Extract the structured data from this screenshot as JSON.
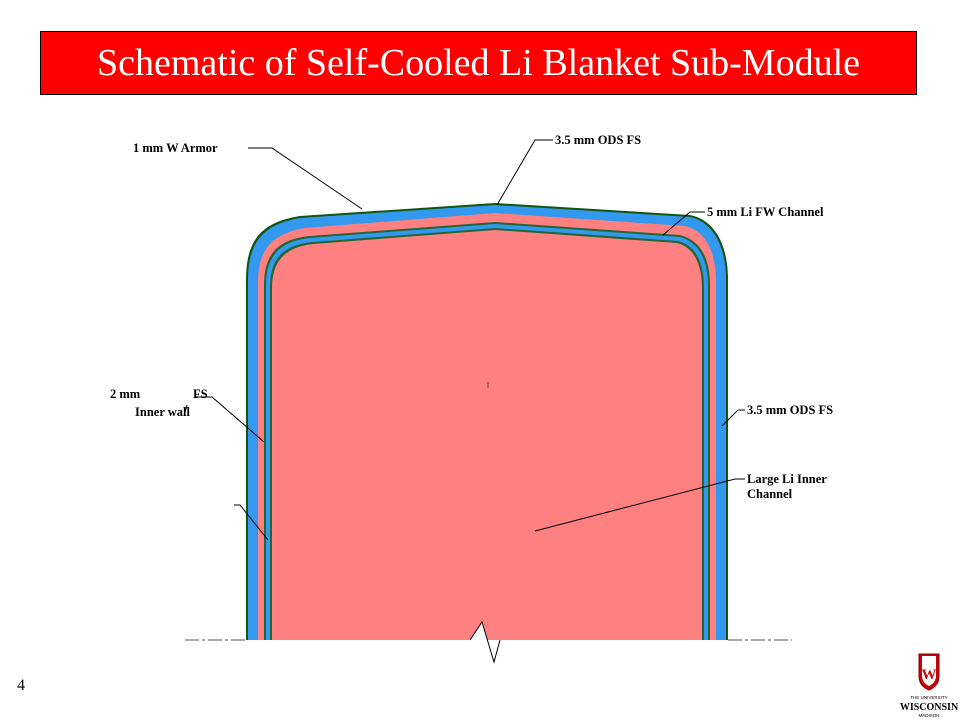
{
  "title": "Schematic of Self-Cooled Li Blanket Sub-Module",
  "labels": {
    "w_armor": "1 mm W Armor",
    "ods_top": "3.5 mm ODS FS",
    "li_fw_channel": "5 mm Li FW Channel",
    "inner_wall_1": "2 mm",
    "inner_wall_2": "FS",
    "inner_wall_3": "Inner wall",
    "ods_side": "3.5 mm ODS FS",
    "large_channel_1": "Large Li Inner",
    "large_channel_2": "Channel"
  },
  "page_number": "4",
  "logo": {
    "line1": "THE UNIVERSITY",
    "line2": "WISCONSIN",
    "line3": "MADISON",
    "crest_letter": "W"
  },
  "colors": {
    "title_bg": "#ff0000",
    "title_text": "#ffffff",
    "ods_fs": "#3399ee",
    "lithium": "#ff8080",
    "w_armor": "#115511",
    "inner_wall": "#226633"
  }
}
